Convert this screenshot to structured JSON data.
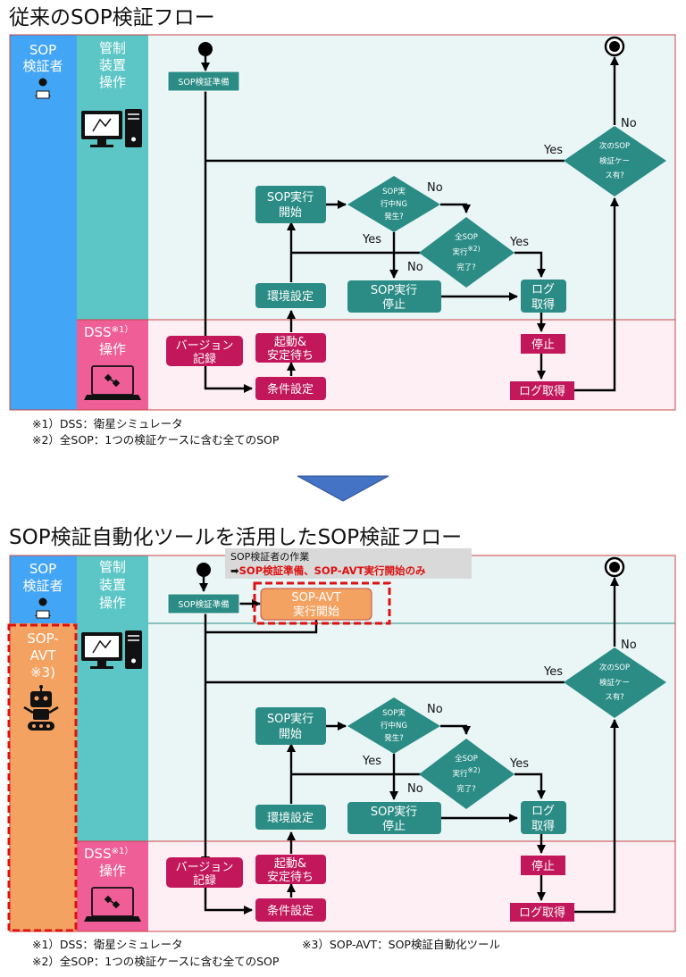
{
  "diagram1": {
    "title": "従来のSOP検証フロー",
    "lanes": {
      "verifier_l1": "SOP",
      "verifier_l2": "検証者",
      "control_l1": "管制",
      "control_l2": "装置",
      "control_l3": "操作",
      "dss_l1": "DSS",
      "dss_sup": "※1）",
      "dss_l2": "操作"
    },
    "nodes": {
      "prep": "SOP検証準備",
      "exec_start_1": "SOP実行",
      "exec_start_2": "開始",
      "env": "環境設定",
      "boot_1": "起動&",
      "boot_2": "安定待ち",
      "cond": "条件設定",
      "ver_1": "バージョン",
      "ver_2": "記録",
      "stop_exec_1": "SOP実行",
      "stop_exec_2": "停止",
      "log_1": "ログ",
      "log_2": "取得",
      "stop": "停止",
      "log_get": "ログ取得",
      "ng_1": "SOP実",
      "ng_2": "行中NG",
      "ng_3": "発生?",
      "all_1": "全SOP",
      "all_2": "実行",
      "all_sup": "※2)",
      "all_3": "完了?",
      "next_1": "次のSOP",
      "next_2": "検証ケー",
      "next_3": "ス有?"
    },
    "labels": {
      "ng_no": "No",
      "ng_yes": "Yes",
      "all_no": "No",
      "all_yes": "Yes",
      "next_no": "No",
      "next_yes": "Yes"
    },
    "notes": [
      "※1）DSS：衛星シミュレータ",
      "※2）全SOP：1つの検証ケースに含む全てのSOP"
    ]
  },
  "diagram2": {
    "title": "SOP検証自動化ツールを活用したSOP検証フロー",
    "lanes": {
      "verifier_l1": "SOP",
      "verifier_l2": "検証者",
      "control_l1": "管制",
      "control_l2": "装置",
      "control_l3": "操作",
      "dss_l1": "DSS",
      "dss_sup": "※1）",
      "dss_l2": "操作",
      "avt_l1": "SOP-",
      "avt_l2": "AVT",
      "avt_l3": "※3)"
    },
    "callout": {
      "line1": "SOP検証者の作業",
      "arrow": "➡",
      "line2": "SOP検証準備、SOP-AVT実行開始のみ"
    },
    "nodes": {
      "prep": "SOP検証準備",
      "avt_start_1": "SOP-AVT",
      "avt_start_2": "実行開始",
      "exec_start_1": "SOP実行",
      "exec_start_2": "開始",
      "env": "環境設定",
      "boot_1": "起動&",
      "boot_2": "安定待ち",
      "cond": "条件設定",
      "ver_1": "バージョン",
      "ver_2": "記録",
      "stop_exec_1": "SOP実行",
      "stop_exec_2": "停止",
      "log_1": "ログ",
      "log_2": "取得",
      "stop": "停止",
      "log_get": "ログ取得",
      "ng_1": "SOP実",
      "ng_2": "行中NG",
      "ng_3": "発生?",
      "all_1": "全SOP",
      "all_2": "実行",
      "all_sup": "※2)",
      "all_3": "完了?",
      "next_1": "次のSOP",
      "next_2": "検証ケー",
      "next_3": "ス有?"
    },
    "labels": {
      "ng_no": "No",
      "ng_yes": "Yes",
      "all_no": "No",
      "all_yes": "Yes",
      "next_no": "No",
      "next_yes": "Yes"
    },
    "notes": [
      "※1）DSS：衛星シミュレータ",
      "※3）SOP-AVT：SOP検証自動化ツール",
      "※2）全SOP：1つの検証ケースに含む全てのSOP"
    ]
  },
  "icons": {
    "verifier": "person-laptop-icon",
    "control": "computer-monitor-tower-icon",
    "dss": "laptop-satellite-icon",
    "robot": "robot-icon",
    "transition": "down-arrow-icon"
  },
  "colors": {
    "verifier_lane": "#42A5F5",
    "control_lane": "#5CC6C6",
    "dss_lane": "#EF5E96",
    "avt_lane": "#F4A261",
    "teal_box": "#2A8C85",
    "crimson_box": "#C2185B",
    "orange_box": "#F4A261",
    "area_top": "#EAF6F6",
    "area_bottom": "#FDEFF3",
    "dash_red": "#DD1111",
    "transition_arrow": "#4472C4"
  }
}
